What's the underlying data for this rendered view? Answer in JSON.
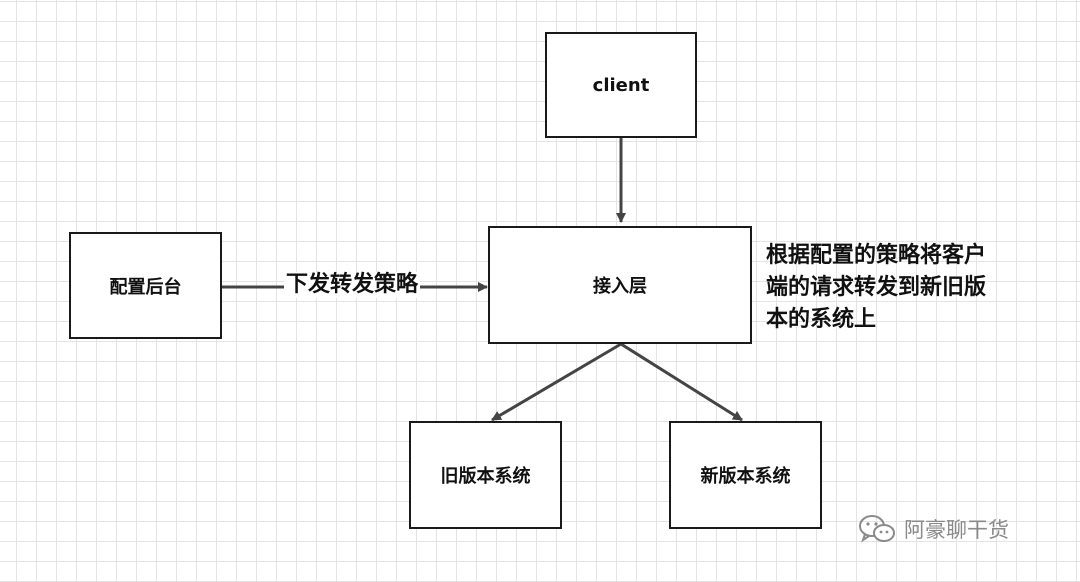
{
  "nodes": {
    "client": "client",
    "access_layer": "接入层",
    "config_backend": "配置后台",
    "old_system": "旧版本系统",
    "new_system": "新版本系统"
  },
  "edges": {
    "config_to_access_label": "下发转发策略"
  },
  "annotation": {
    "lines": [
      "根据配置的策略将客户",
      "端的请求转发到新旧版",
      "本的系统上"
    ]
  },
  "watermark": {
    "text": "阿豪聊干货",
    "icon": "wechat-icon"
  },
  "colors": {
    "line": "#1a1a1a",
    "arrow": "#444444",
    "grid": "#e4e4e4",
    "watermark": "#8a8a8a"
  }
}
